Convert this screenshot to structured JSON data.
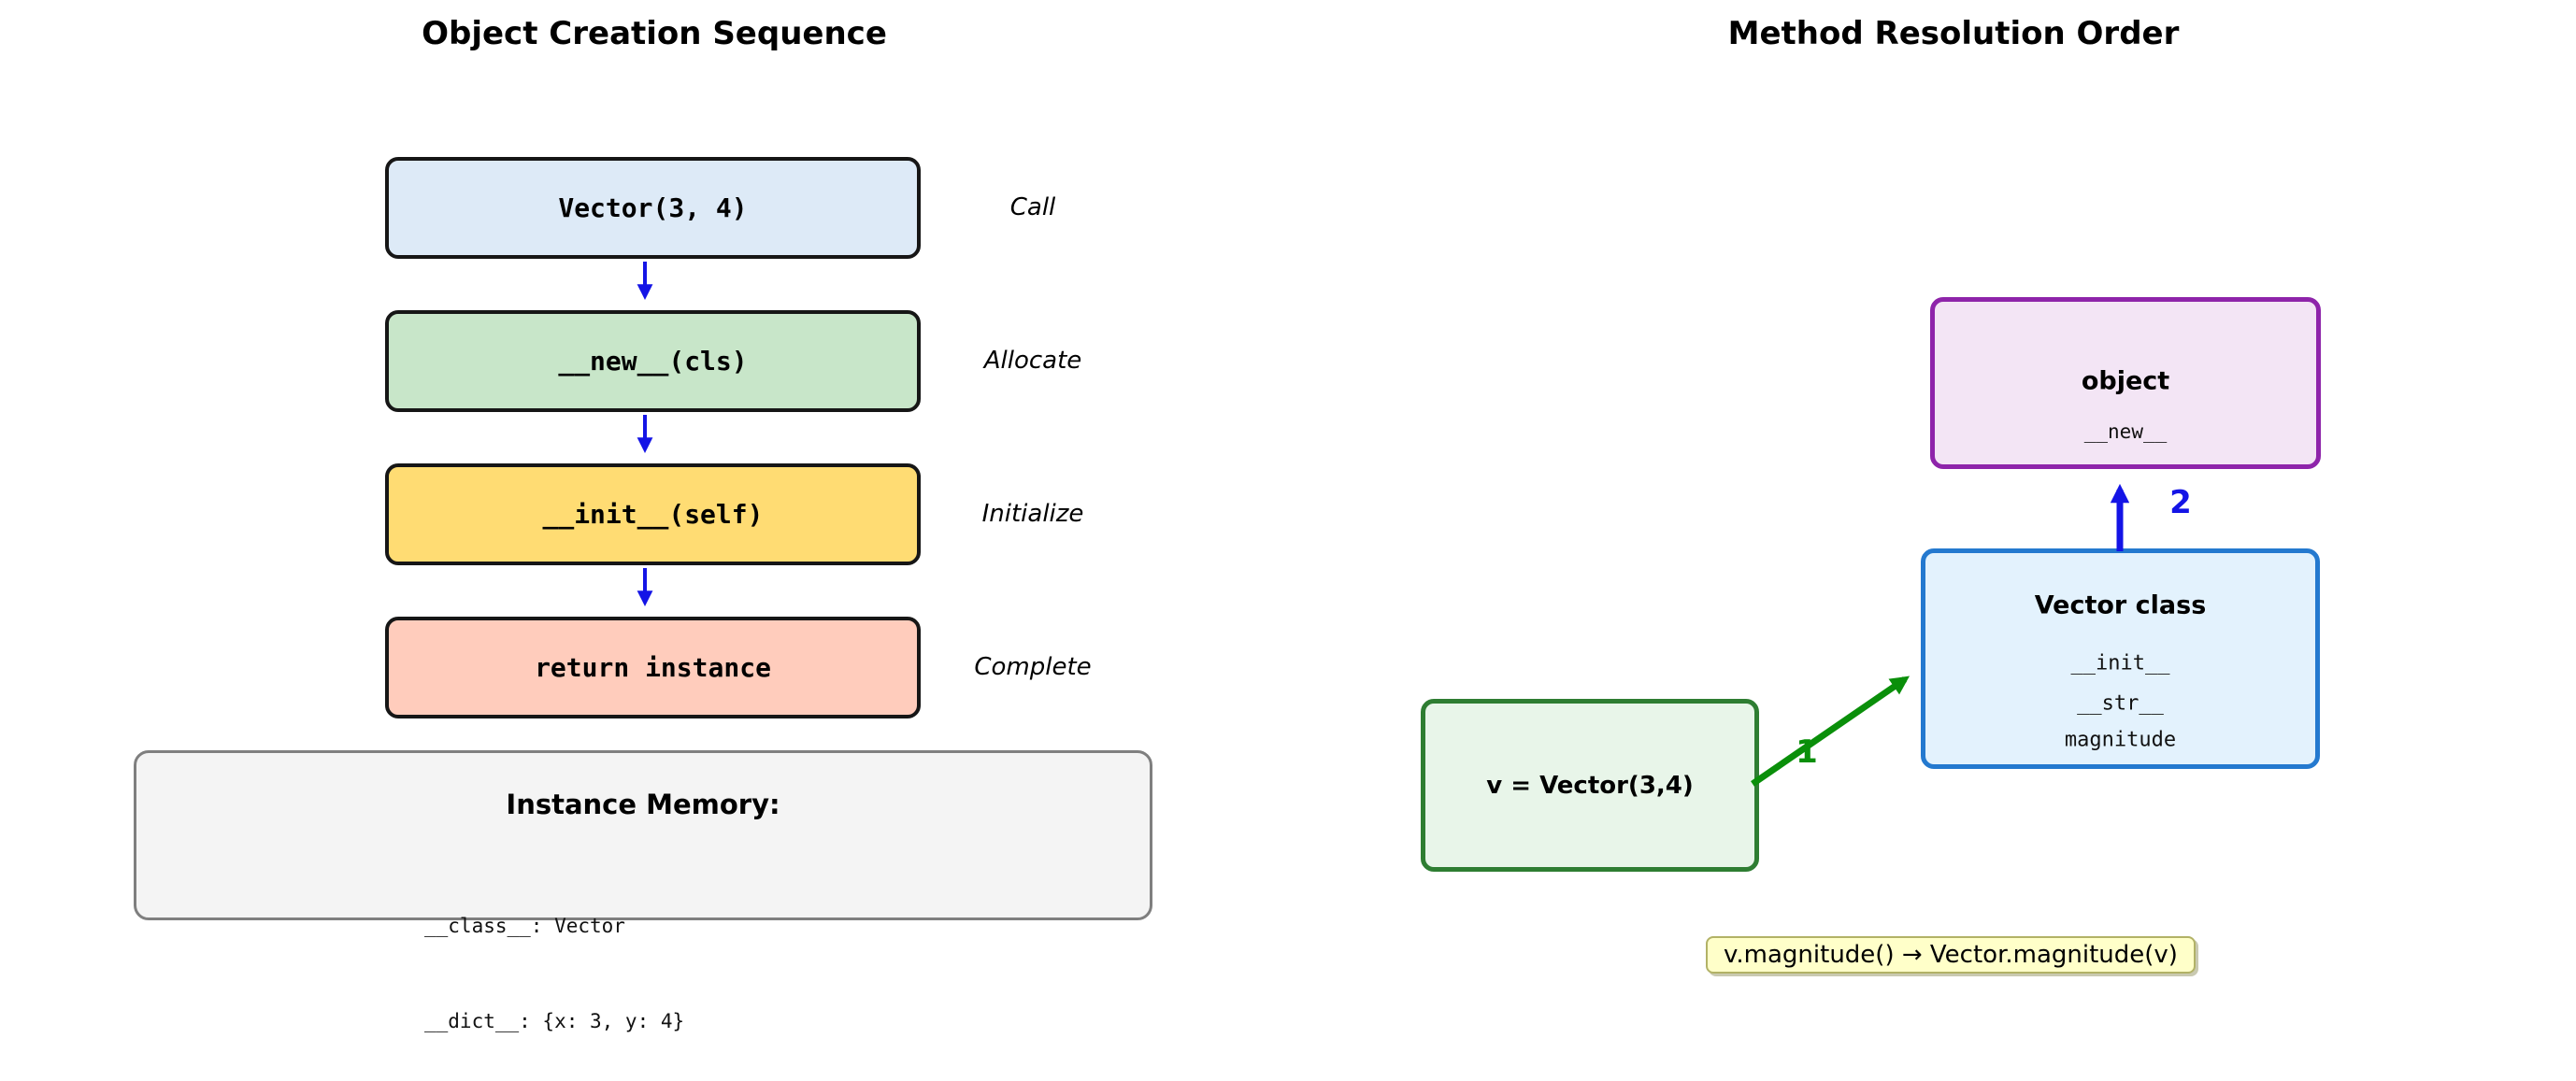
{
  "left_panel": {
    "title": "Object Creation Sequence",
    "steps": [
      {
        "code": "Vector(3, 4)",
        "phase": "Call",
        "fill": "#ddeaf7"
      },
      {
        "code": "__new__(cls)",
        "phase": "Allocate",
        "fill": "#c8e6c9"
      },
      {
        "code": "__init__(self)",
        "phase": "Initialize",
        "fill": "#ffdc73"
      },
      {
        "code": "return instance",
        "phase": "Complete",
        "fill": "#ffccbc"
      }
    ],
    "flow_arrow_color": "#1414e6",
    "memory_box": {
      "title": "Instance Memory:",
      "lines": {
        "class_line": "__class__: Vector",
        "dict_line": "__dict__: {x: 3, y: 4}"
      }
    }
  },
  "right_panel": {
    "title": "Method Resolution Order",
    "object_box": {
      "title": "object",
      "methods": [
        "__new__"
      ],
      "fill": "#f3e5f5",
      "border": "#8e24aa"
    },
    "vector_class_box": {
      "title": "Vector class",
      "methods": [
        "__init__",
        "__str__",
        "magnitude"
      ],
      "fill": "#e3f2fd",
      "border": "#2479cf"
    },
    "instance_box": {
      "label": "v = Vector(3,4)",
      "fill": "#e8f5e9",
      "border": "#2e7d32"
    },
    "lookup_arrows": [
      {
        "label": "1",
        "color": "#0a8f0a"
      },
      {
        "label": "2",
        "color": "#1414e6"
      }
    ],
    "note": {
      "text": "v.magnitude() → Vector.magnitude(v)",
      "fill": "#ffffc9",
      "border": "#b2b266"
    }
  }
}
